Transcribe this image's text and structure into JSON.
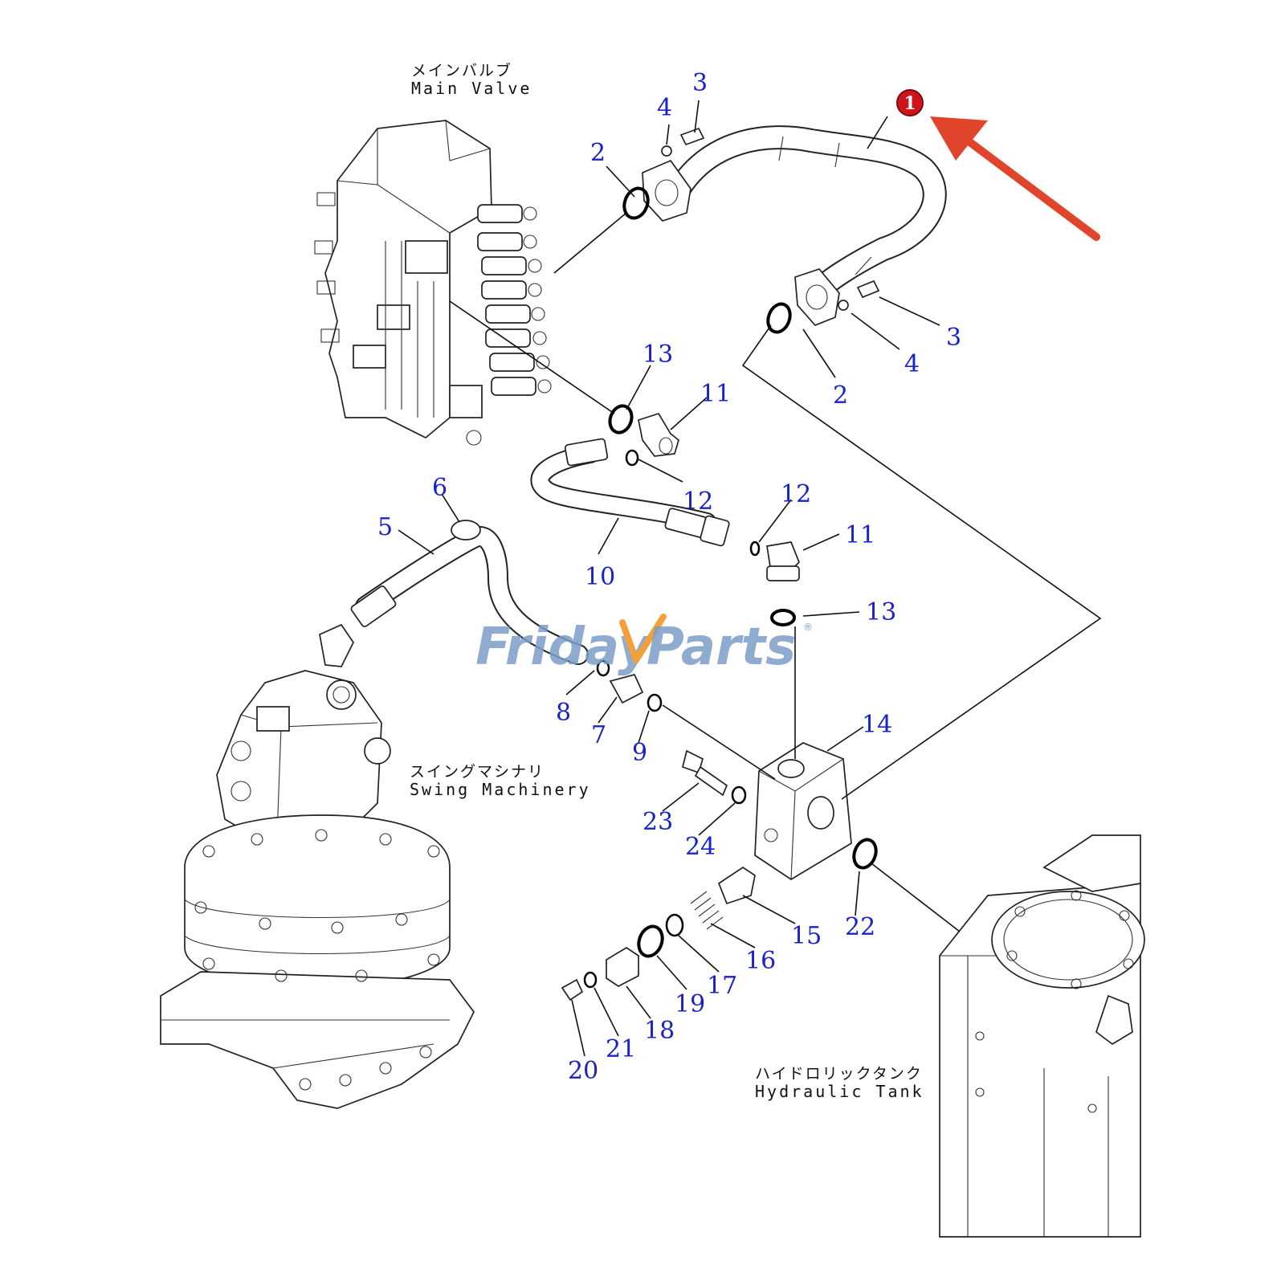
{
  "captions": {
    "main_valve_jp": "メインバルブ",
    "main_valve_en": "Main Valve",
    "swing_machinery_jp": "スイングマシナリ",
    "swing_machinery_en": "Swing Machinery",
    "hydraulic_tank_jp": "ハイドロリックタンク",
    "hydraulic_tank_en": "Hydraulic Tank"
  },
  "parts": [
    {
      "num": "1"
    },
    {
      "num": "2"
    },
    {
      "num": "3"
    },
    {
      "num": "4"
    },
    {
      "num": "2"
    },
    {
      "num": "3"
    },
    {
      "num": "4"
    },
    {
      "num": "13"
    },
    {
      "num": "11"
    },
    {
      "num": "12"
    },
    {
      "num": "12"
    },
    {
      "num": "11"
    },
    {
      "num": "10"
    },
    {
      "num": "13"
    },
    {
      "num": "6"
    },
    {
      "num": "5"
    },
    {
      "num": "8"
    },
    {
      "num": "7"
    },
    {
      "num": "9"
    },
    {
      "num": "14"
    },
    {
      "num": "23"
    },
    {
      "num": "24"
    },
    {
      "num": "22"
    },
    {
      "num": "15"
    },
    {
      "num": "16"
    },
    {
      "num": "17"
    },
    {
      "num": "19"
    },
    {
      "num": "18"
    },
    {
      "num": "21"
    },
    {
      "num": "20"
    }
  ],
  "watermark": {
    "part1": "Friday",
    "part2": "Parts",
    "reg": "®"
  },
  "colors": {
    "part_number": "#1a23c9",
    "highlight_arrow": "#e0442b",
    "watermark": "#7c9ec8",
    "callout_badge": "#d0141c"
  }
}
